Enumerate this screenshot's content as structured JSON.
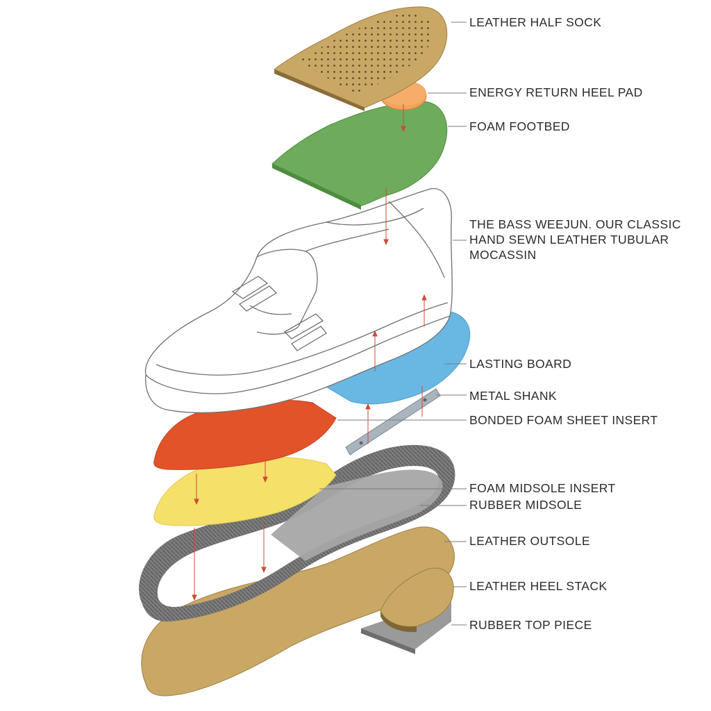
{
  "colors": {
    "leather": "#c9a765",
    "leather_edge": "#9d7f45",
    "heel_pad": "#f4a25c",
    "foam_footbed": "#6fab5c",
    "lasting_board": "#69b8e4",
    "bonded_foam": "#e3532a",
    "foam_midsole": "#f5e06a",
    "rubber": "#8c8c8c",
    "rubber_inner": "#a7a7a7",
    "metal": "#a9b4bd",
    "leader_line": "#7a7a7a",
    "arrow": "#d04a33"
  },
  "labels": {
    "leather_half_sock": "LEATHER HALF SOCK",
    "energy_return_heel_pad": "ENERGY RETURN HEEL PAD",
    "foam_footbed": "FOAM FOOTBED",
    "weejun_line1": "THE BASS WEEJUN. OUR CLASSIC",
    "weejun_line2": "HAND SEWN LEATHER TUBULAR",
    "weejun_line3": "MOCASSIN",
    "lasting_board": "LASTING BOARD",
    "metal_shank": "METAL SHANK",
    "bonded_foam_sheet_insert": "BONDED FOAM SHEET INSERT",
    "foam_midsole_insert": "FOAM MIDSOLE INSERT",
    "rubber_midsole": "RUBBER MIDSOLE",
    "leather_outsole": "LEATHER OUTSOLE",
    "leather_heel_stack": "LEATHER HEEL STACK",
    "rubber_top_piece": "RUBBER TOP PIECE"
  }
}
